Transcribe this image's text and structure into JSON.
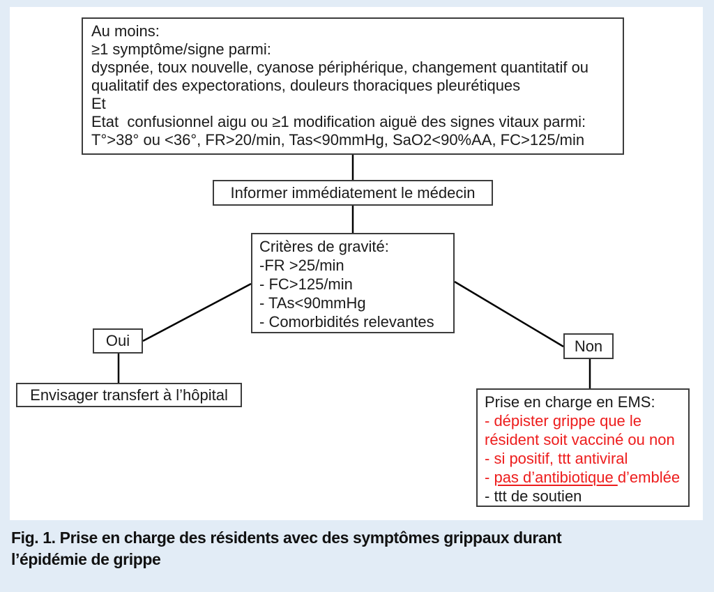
{
  "page": {
    "background_color": "#e2ecf6",
    "panel_color": "#ffffff",
    "border_color": "#3c3c3c",
    "text_color": "#1a1a1a",
    "red_color": "#ed1c1c"
  },
  "diagram": {
    "criteria_box": {
      "lines": [
        "Au moins:",
        "≥1 symptôme/signe parmi:",
        "dyspnée, toux nouvelle, cyanose périphérique, changement quantitatif ou",
        "qualitatif des expectorations, douleurs thoraciques pleurétiques",
        "Et",
        "Etat  confusionnel aigu ou ≥1 modification aiguë des signes vitaux parmi:",
        "T°>38° ou <36°, FR>20/min, Tas<90mmHg, SaO2<90%AA, FC>125/min"
      ]
    },
    "informer_box": {
      "label": "Informer immédiatement le médecin"
    },
    "gravity_box": {
      "lines": [
        "Critères de gravité:",
        "-FR >25/min",
        "- FC>125/min",
        "- TAs<90mmHg",
        "- Comorbidités relevantes"
      ]
    },
    "oui_box": {
      "label": "Oui"
    },
    "non_box": {
      "label": "Non"
    },
    "transfer_box": {
      "label": "Envisager transfert à l’hôpital"
    },
    "ems_box": {
      "title": "Prise en charge en EMS:",
      "red_lines": [
        "- dépister grippe que le",
        "résident soit vacciné ou non",
        "- si positif, ttt antiviral"
      ],
      "antibiotic_line": {
        "prefix": "- ",
        "underlined": "pas d’antibiotique ",
        "rest": "d’emblée"
      },
      "last_line": "- ttt de soutien"
    }
  },
  "caption": {
    "text": "Fig. 1. Prise en charge des résidents avec des symptômes grippaux durant l’épidémie de grippe"
  }
}
